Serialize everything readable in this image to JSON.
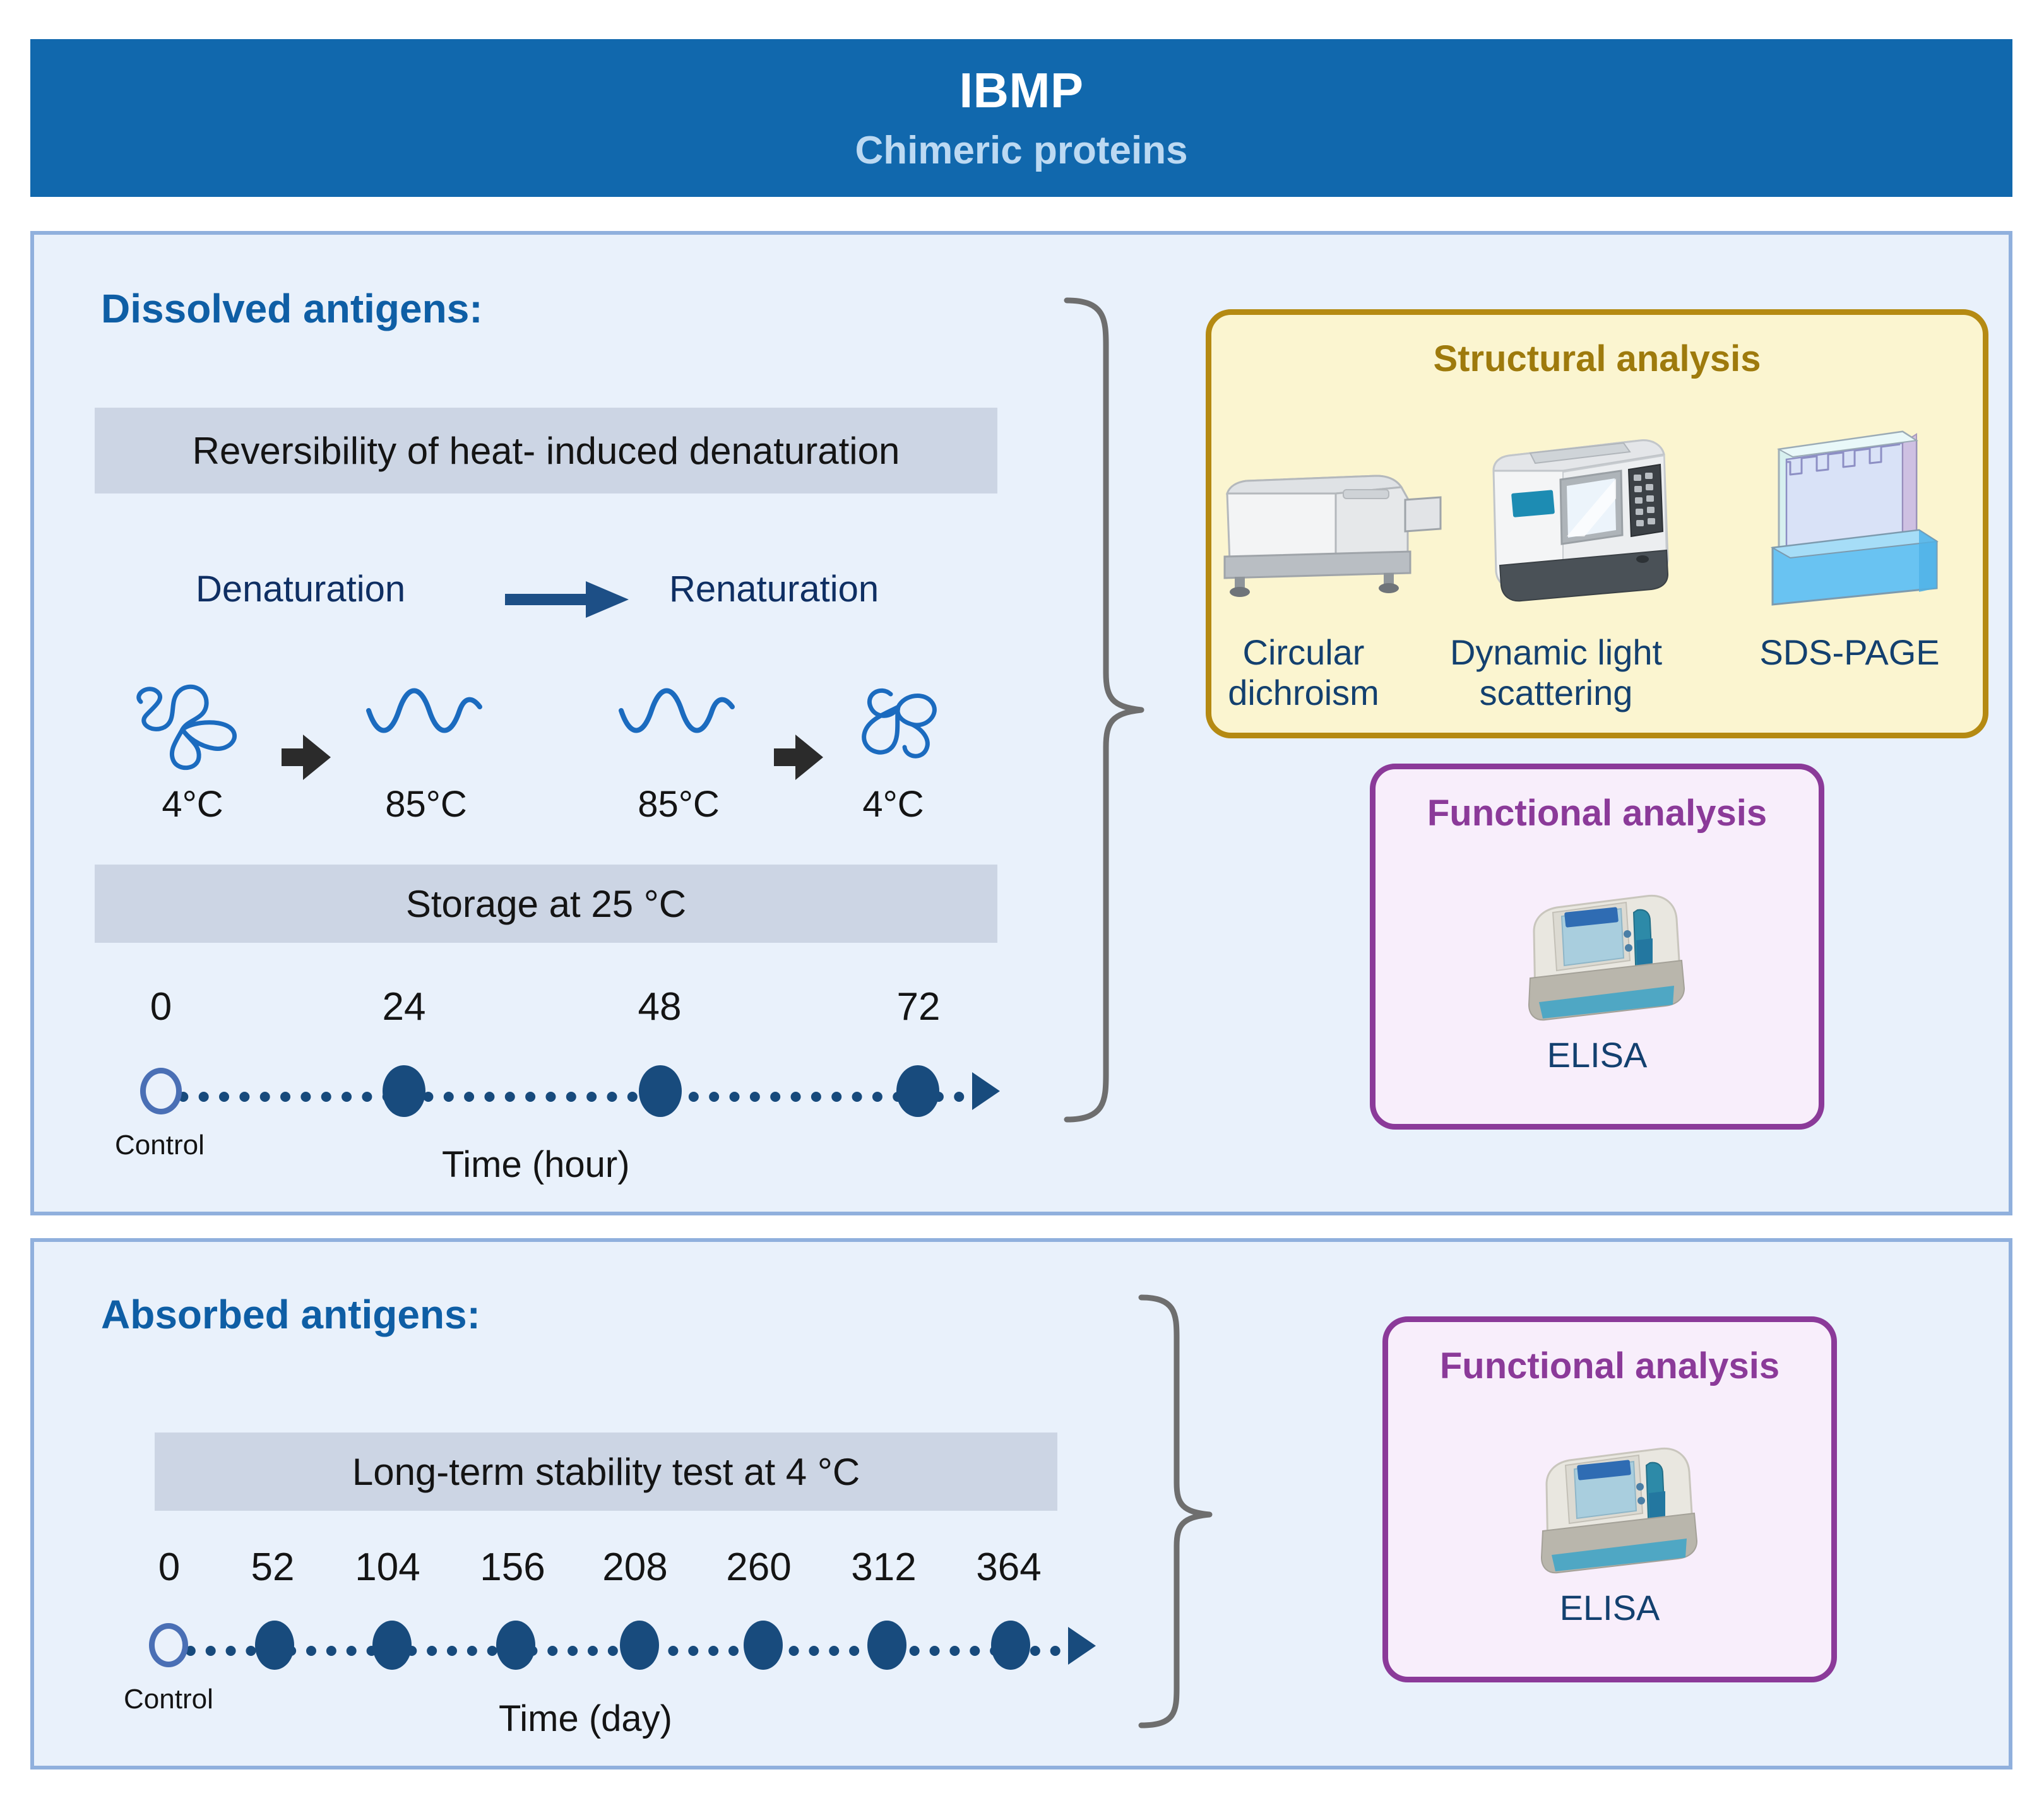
{
  "header": {
    "title": "IBMP",
    "subtitle": "Chimeric proteins"
  },
  "panels": {
    "dissolved": {
      "section_title": "Dissolved antigens:",
      "condition_bar": "Reversibility of heat- induced denaturation",
      "process": {
        "left_label": "Denaturation",
        "right_label": "Renaturation",
        "arrow_icon": "right-arrow-icon",
        "steps": [
          {
            "state": "folded-protein-icon",
            "temp": "4°C"
          },
          {
            "state": "unfolded-protein-icon",
            "temp": "85°C"
          },
          {
            "state": "unfolded-protein-icon",
            "temp": "85°C"
          },
          {
            "state": "folded-protein-icon",
            "temp": "4°C"
          }
        ]
      },
      "storage_bar": "Storage at 25 °C",
      "timeline": {
        "ticks": [
          "0",
          "24",
          "48",
          "72"
        ],
        "control_label": "Control",
        "axis_label": "Time (hour)"
      }
    },
    "absorbed": {
      "section_title": "Absorbed antigens:",
      "condition_bar": "Long-term stability test at 4 °C",
      "timeline": {
        "ticks": [
          "0",
          "52",
          "104",
          "156",
          "208",
          "260",
          "312",
          "364"
        ],
        "control_label": "Control",
        "axis_label": "Time (day)"
      }
    }
  },
  "cards": {
    "structural": {
      "title": "Structural analysis",
      "items": [
        {
          "label": "Circular\ndichroism",
          "icon": "cd-spectrometer-icon"
        },
        {
          "label": "Dynamic light\nscattering",
          "icon": "dls-instrument-icon"
        },
        {
          "label": "SDS-PAGE",
          "icon": "gel-tank-icon"
        }
      ]
    },
    "functional_top": {
      "title": "Functional analysis",
      "items": [
        {
          "label": "ELISA",
          "icon": "plate-reader-icon"
        }
      ]
    },
    "functional_bottom": {
      "title": "Functional analysis",
      "items": [
        {
          "label": "ELISA",
          "icon": "plate-reader-icon"
        }
      ]
    }
  },
  "colors": {
    "header_blue": "#1168ad",
    "panel_fill": "#e9f1fb",
    "panel_border": "#90b0dd",
    "grey_bar": "#ccd5e4",
    "section_title": "#0e5ea5",
    "timeline_navy": "#184b7d",
    "structural_border": "#b58a12",
    "structural_fill": "#fbf5d0",
    "functional_border": "#8b3a99",
    "functional_fill": "#f8eefb",
    "brace_grey": "#6e6e6e"
  }
}
